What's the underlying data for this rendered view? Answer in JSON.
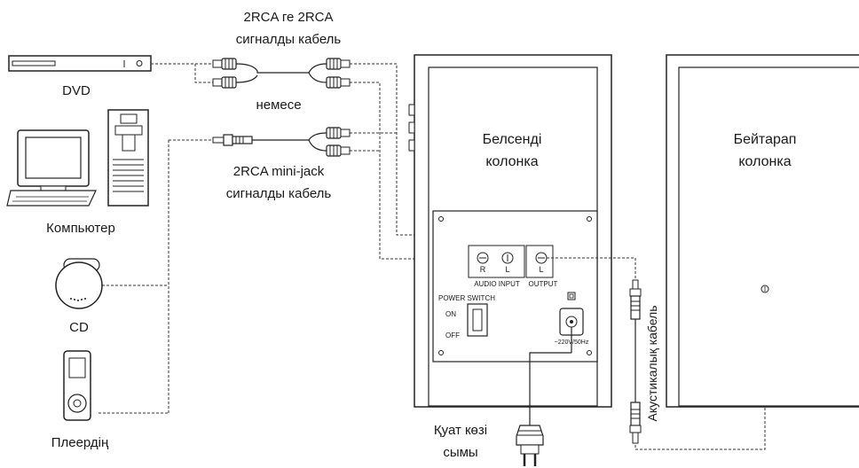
{
  "labels": {
    "cable_rca_line1": "2RCA ге 2RCA",
    "cable_rca_line2": "сигналды кабель",
    "dvd": "DVD",
    "or": "немесе",
    "computer": "Компьютер",
    "minijack_line1": "2RCA mini-jack",
    "minijack_line2": "сигналды кабель",
    "cd": "CD",
    "player": "Плеердің",
    "active_line1": "Белсенді",
    "active_line2": "колонка",
    "passive_line1": "Бейтарап",
    "passive_line2": "колонка",
    "power_line1": "Қуат көзі",
    "power_line2": "сымы",
    "speaker_cable": "Акустикалық кабель"
  },
  "panel": {
    "r": "R",
    "l": "L",
    "out_l": "L",
    "audio_input": "AUDIO INPUT",
    "output": "OUTPUT",
    "power_switch": "POWER SWITCH",
    "on": "ON",
    "off": "OFF",
    "voltage": "~220V/50Hz"
  }
}
